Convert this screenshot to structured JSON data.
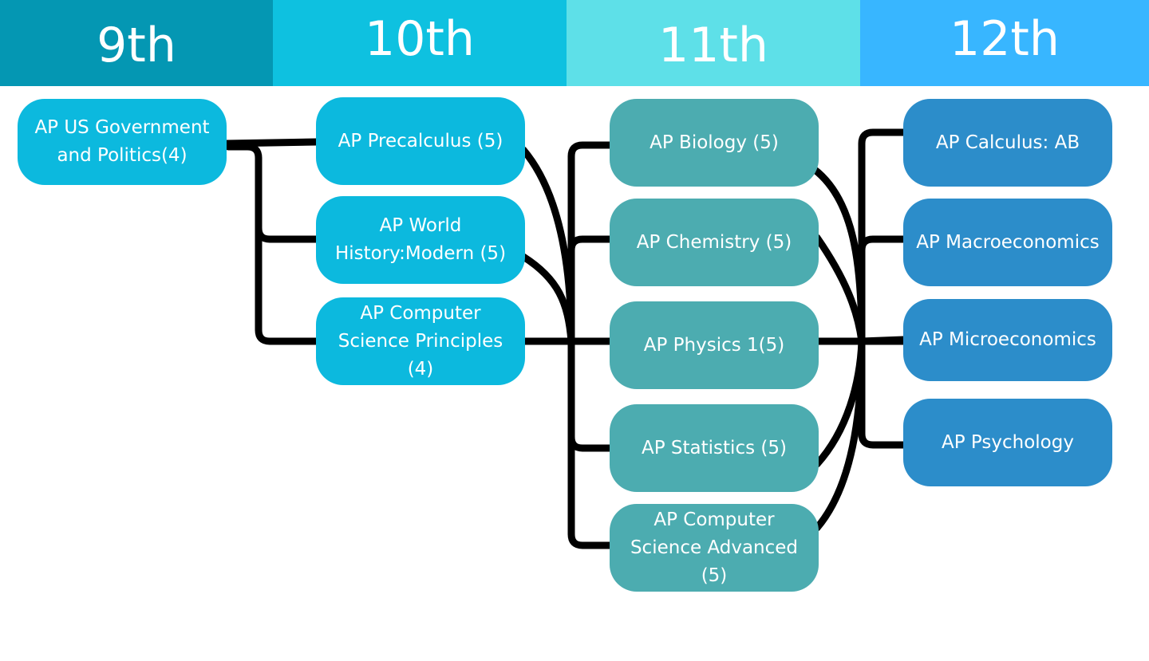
{
  "headers": {
    "g9": "9th",
    "g10": "10th",
    "g11": "11th",
    "g12": "12th"
  },
  "courses": {
    "g9": [
      "AP US Government and Politics(4)"
    ],
    "g10": [
      "AP Precalculus (5)",
      "AP World History:Modern (5)",
      "AP Computer Science Principles (4)"
    ],
    "g11": [
      "AP Biology (5)",
      "AP Chemistry (5)",
      "AP Physics 1(5)",
      "AP Statistics (5)",
      "AP Computer Science Advanced (5)"
    ],
    "g12": [
      "AP Calculus: AB",
      "AP Macroeconomics",
      "AP Microeconomics",
      "AP Psychology"
    ]
  },
  "colors": {
    "header_9": "#0497b3",
    "header_10": "#0ec1e0",
    "header_11": "#5ee0e8",
    "header_12": "#38b6ff",
    "box_9_10": "#0cb9de",
    "box_11": "#4cacb0",
    "box_12": "#2c8dca",
    "connector": "#000000"
  }
}
